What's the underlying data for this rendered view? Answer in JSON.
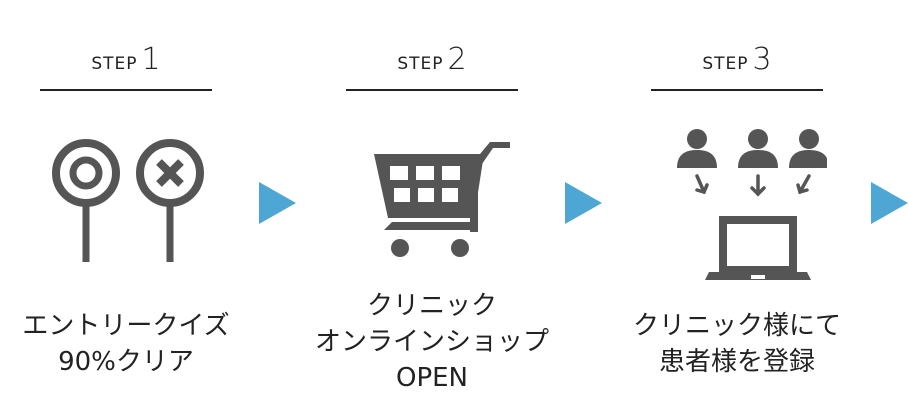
{
  "colors": {
    "icon": "#555555",
    "text": "#222222",
    "arrow": "#4ea6d4"
  },
  "steps": [
    {
      "label": "STEP",
      "number": "1",
      "icon": "quiz-circle-cross-icon",
      "caption_lines": [
        "エントリークイズ",
        "90%クリア"
      ]
    },
    {
      "label": "STEP",
      "number": "2",
      "icon": "shopping-cart-icon",
      "caption_lines": [
        "クリニック",
        "オンラインショップ",
        "OPEN"
      ]
    },
    {
      "label": "STEP",
      "number": "3",
      "icon": "users-to-laptop-icon",
      "caption_lines": [
        "クリニック様にて",
        "患者様を登録"
      ]
    }
  ]
}
